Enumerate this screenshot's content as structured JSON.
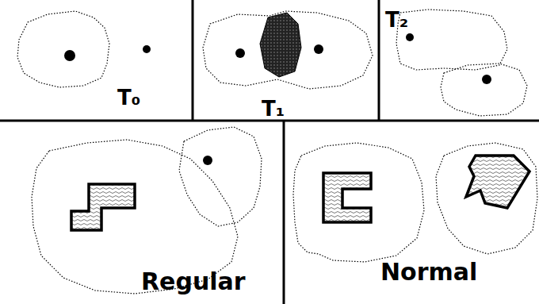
{
  "diagram": {
    "labels": [
      "T₀",
      "T₁",
      "T₂",
      "Regular",
      "Normal"
    ]
  }
}
